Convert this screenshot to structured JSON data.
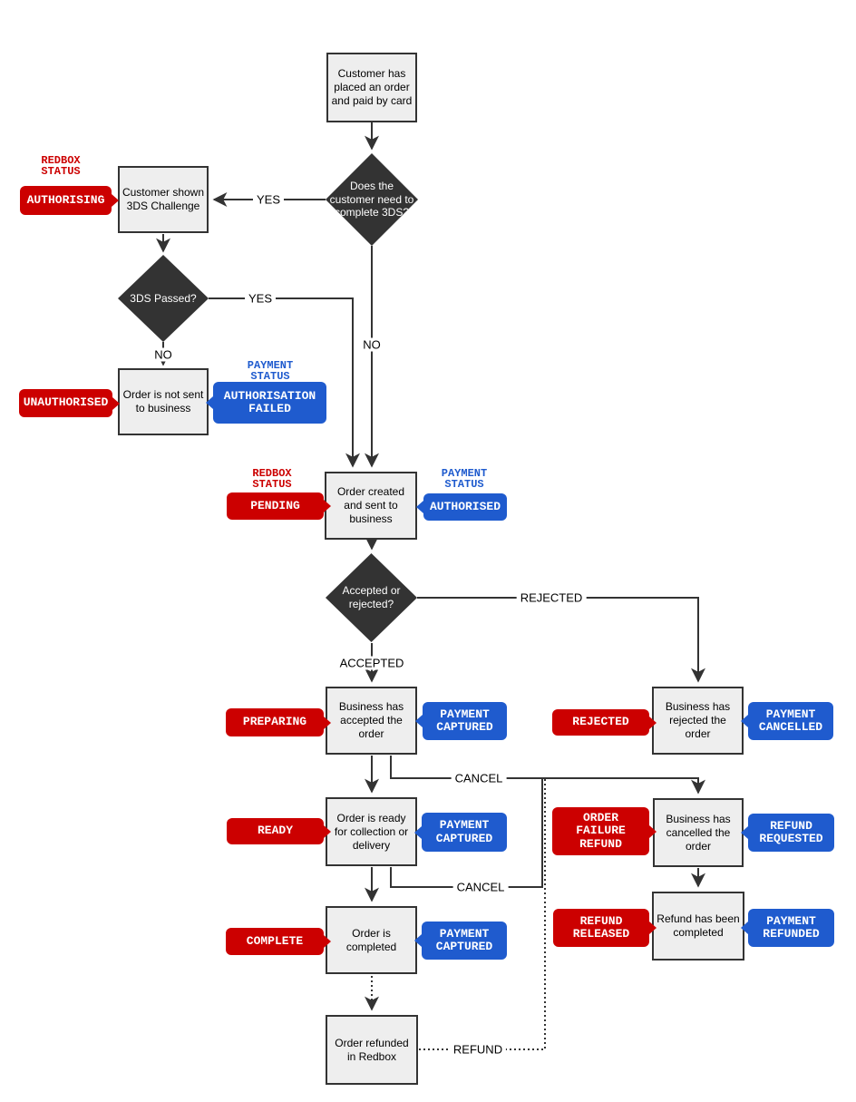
{
  "diagram": {
    "boxes": {
      "order_placed": "Customer has placed an order and paid by card",
      "shown_3ds": "Customer shown 3DS Challenge",
      "not_sent": "Order is not sent to business",
      "order_created": "Order created and sent to business",
      "accepted": "Business has accepted the order",
      "rejected": "Business has rejected the order",
      "ready": "Order is ready for collection or delivery",
      "cancelled": "Business has cancelled the order",
      "completed": "Order is completed",
      "refund_completed": "Refund has been completed",
      "refunded_redbox": "Order refunded in Redbox"
    },
    "decisions": {
      "need_3ds": "Does the customer need to complete 3DS?",
      "passed_3ds": "3DS Passed?",
      "accepted_or_rejected": "Accepted or rejected?"
    },
    "headers": {
      "redbox_status": "REDBOX STATUS",
      "payment_status": "PAYMENT STATUS"
    },
    "redbox_statuses": {
      "authorising": "AUTHORISING",
      "unauthorised": "UNAUTHORISED",
      "pending": "PENDING",
      "preparing": "PREPARING",
      "ready": "READY",
      "rejected": "REJECTED",
      "order_failure_refund": "ORDER FAILURE REFUND",
      "complete": "COMPLETE",
      "refund_released": "REFUND RELEASED"
    },
    "payment_statuses": {
      "authorisation_failed": "AUTHORISATION FAILED",
      "authorised": "AUTHORISED",
      "captured": "PAYMENT CAPTURED",
      "cancelled": "PAYMENT CANCELLED",
      "refund_requested": "REFUND REQUESTED",
      "refunded": "PAYMENT REFUNDED"
    },
    "edge_labels": {
      "yes": "YES",
      "no": "NO",
      "accepted": "ACCEPTED",
      "rejected": "REJECTED",
      "cancel": "CANCEL",
      "refund": "REFUND"
    },
    "colors": {
      "redbox_red": "#cc0000",
      "payment_blue": "#1f5bce",
      "decision_fill": "#333333",
      "box_fill": "#eeeeee",
      "line": "#333333"
    }
  }
}
